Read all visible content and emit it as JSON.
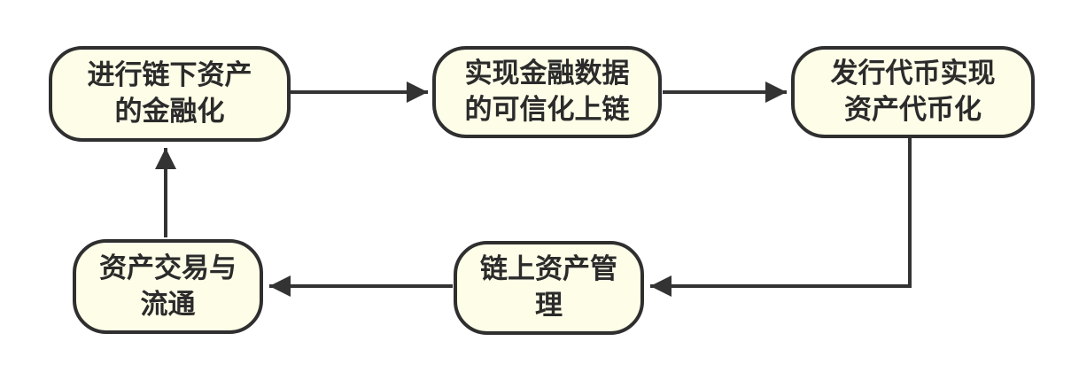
{
  "diagram": {
    "type": "flowchart-cycle",
    "colors": {
      "node_fill": "#FDFDE8",
      "node_border": "#2F2F2F",
      "arrow": "#333333",
      "background": "#FFFFFF",
      "text": "#2B2B2B"
    },
    "nodes": [
      {
        "id": "offchain-financialization",
        "label": "进行链下资产\n的金融化"
      },
      {
        "id": "trusted-data-onchain",
        "label": "实现金融数据\n的可信化上链"
      },
      {
        "id": "token-issuance",
        "label": "发行代币实现\n资产代币化"
      },
      {
        "id": "onchain-asset-management",
        "label": "链上资产管\n理"
      },
      {
        "id": "asset-trading-circulation",
        "label": "资产交易与\n流通"
      }
    ],
    "edges": [
      {
        "from": "offchain-financialization",
        "to": "trusted-data-onchain",
        "direction": "right"
      },
      {
        "from": "trusted-data-onchain",
        "to": "token-issuance",
        "direction": "right"
      },
      {
        "from": "token-issuance",
        "to": "onchain-asset-management",
        "direction": "down-left"
      },
      {
        "from": "onchain-asset-management",
        "to": "asset-trading-circulation",
        "direction": "left"
      },
      {
        "from": "asset-trading-circulation",
        "to": "offchain-financialization",
        "direction": "up"
      }
    ]
  }
}
